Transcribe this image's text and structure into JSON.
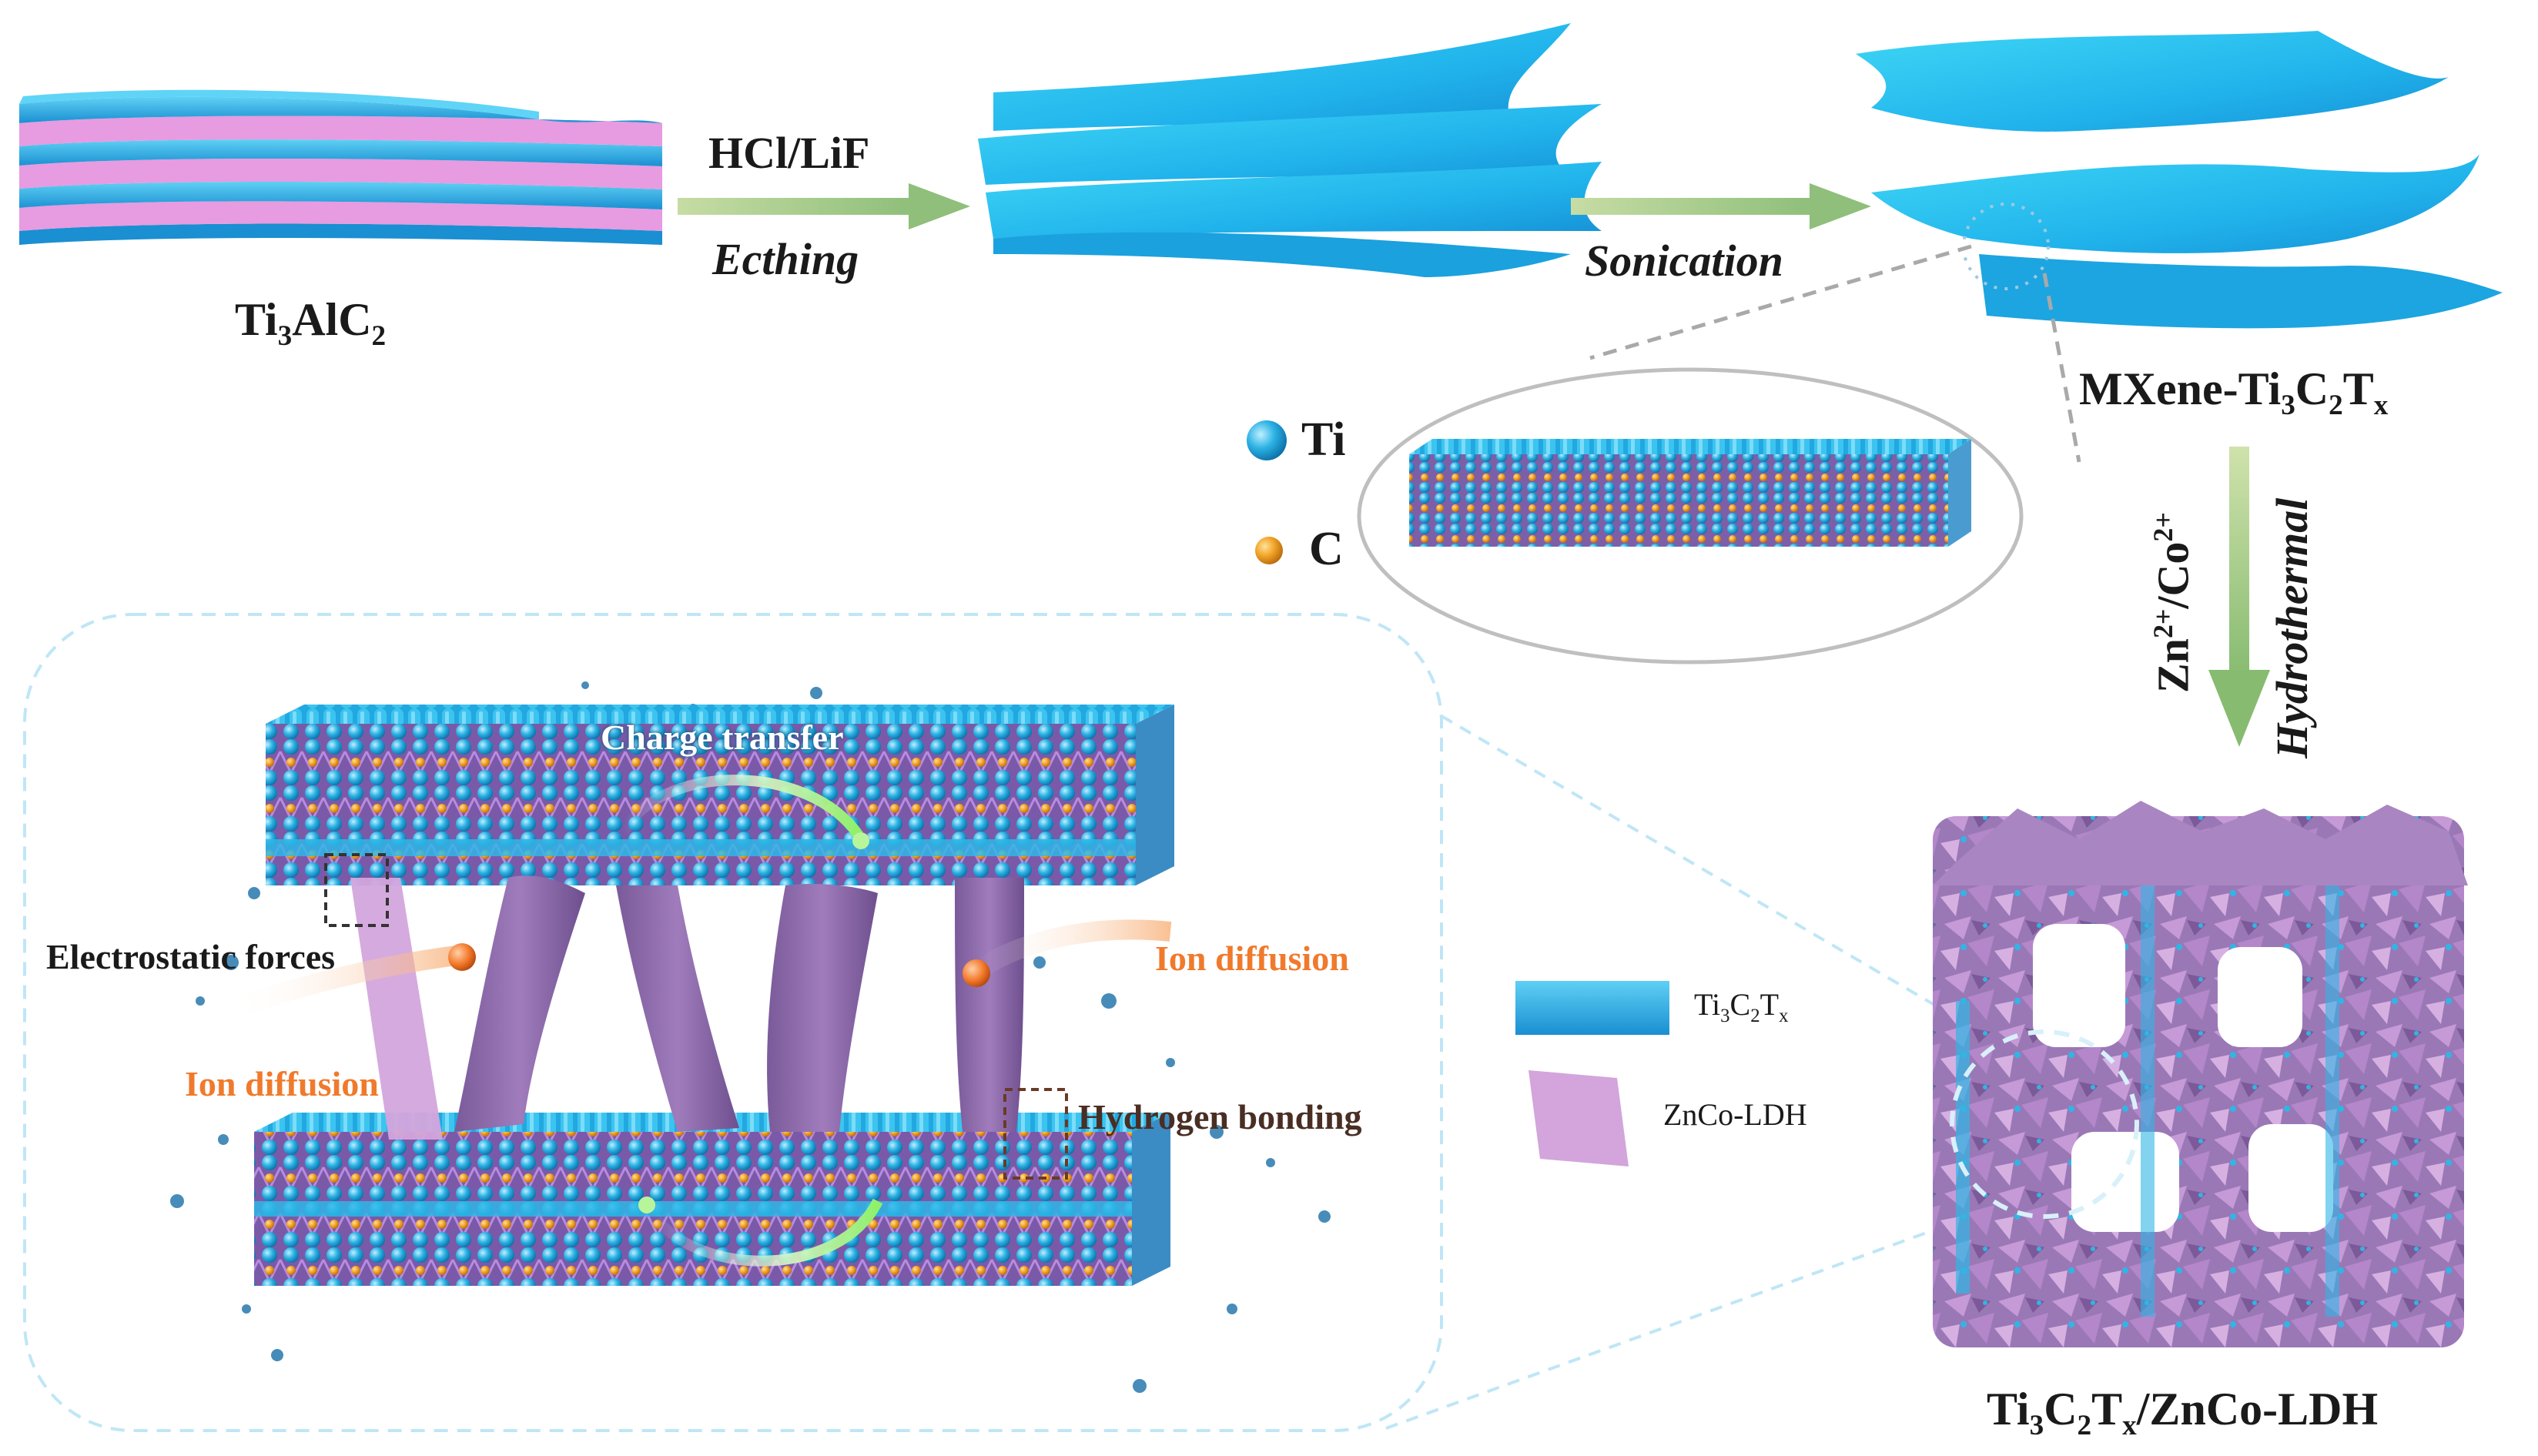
{
  "step_labels": {
    "reagent": "HCl/LiF",
    "etching": "Ecthing",
    "sonication": "Sonication",
    "hydrothermal": "Hydrothermal",
    "ions": {
      "zn": "Zn",
      "zn_charge": "2+",
      "sep": "/Co",
      "co_charge": "2+"
    }
  },
  "materials": {
    "max_phase": {
      "a": "Ti",
      "a_n": "3",
      "b": "AlC",
      "b_n": "2"
    },
    "mxene": {
      "prefix": "MXene-Ti",
      "ti_n": "3",
      "c": "C",
      "c_n": "2",
      "t": "T",
      "t_x": "x"
    },
    "composite": {
      "ti": "Ti",
      "ti_n": "3",
      "c": "C",
      "c_n": "2",
      "t": "T",
      "t_x": "x",
      "suffix": "/ZnCo-LDH"
    }
  },
  "atom_legend": {
    "ti": "Ti",
    "c": "C"
  },
  "mechanism": {
    "charge_transfer": "Charge transfer",
    "electrostatic": "Electrostatic forces",
    "ion_diffusion_right": "Ion diffusion",
    "ion_diffusion_left": "Ion diffusion",
    "hydrogen_bonding": "Hydrogen bonding"
  },
  "legend": {
    "sheet": {
      "ti": "Ti",
      "ti_n": "3",
      "c": "C",
      "c_n": "2",
      "t": "T",
      "t_x": "x"
    },
    "ldh": "ZnCo-LDH"
  },
  "colors": {
    "mxene_blue": "#2fb6e6",
    "al_pink": "#e79be0",
    "carbon_orange": "#f0a428",
    "ldh_purple": "#8e6aa8",
    "ldh_pink": "#d3a5dc",
    "arrow_green": "#a9c98a",
    "ion_orange": "#f07a2c"
  }
}
